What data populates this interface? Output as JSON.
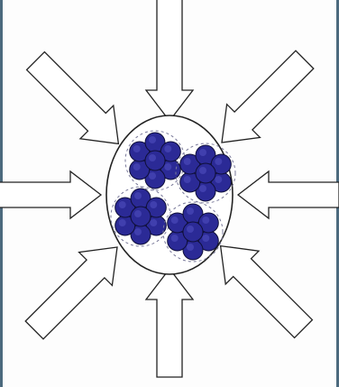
{
  "diagram": {
    "arrows": [
      "north",
      "northeast",
      "east",
      "southeast",
      "south",
      "southwest",
      "west",
      "northwest"
    ],
    "clusters": 4,
    "spheres_per_cluster": 7
  },
  "colors": {
    "edge": "#4c6a7e",
    "outline": "#222222",
    "arrow_fill": "#ffffff",
    "sphere_fill": "#2b2a96",
    "sphere_highlight": "#4a49b8",
    "sphere_stroke": "#0f0f3a"
  }
}
